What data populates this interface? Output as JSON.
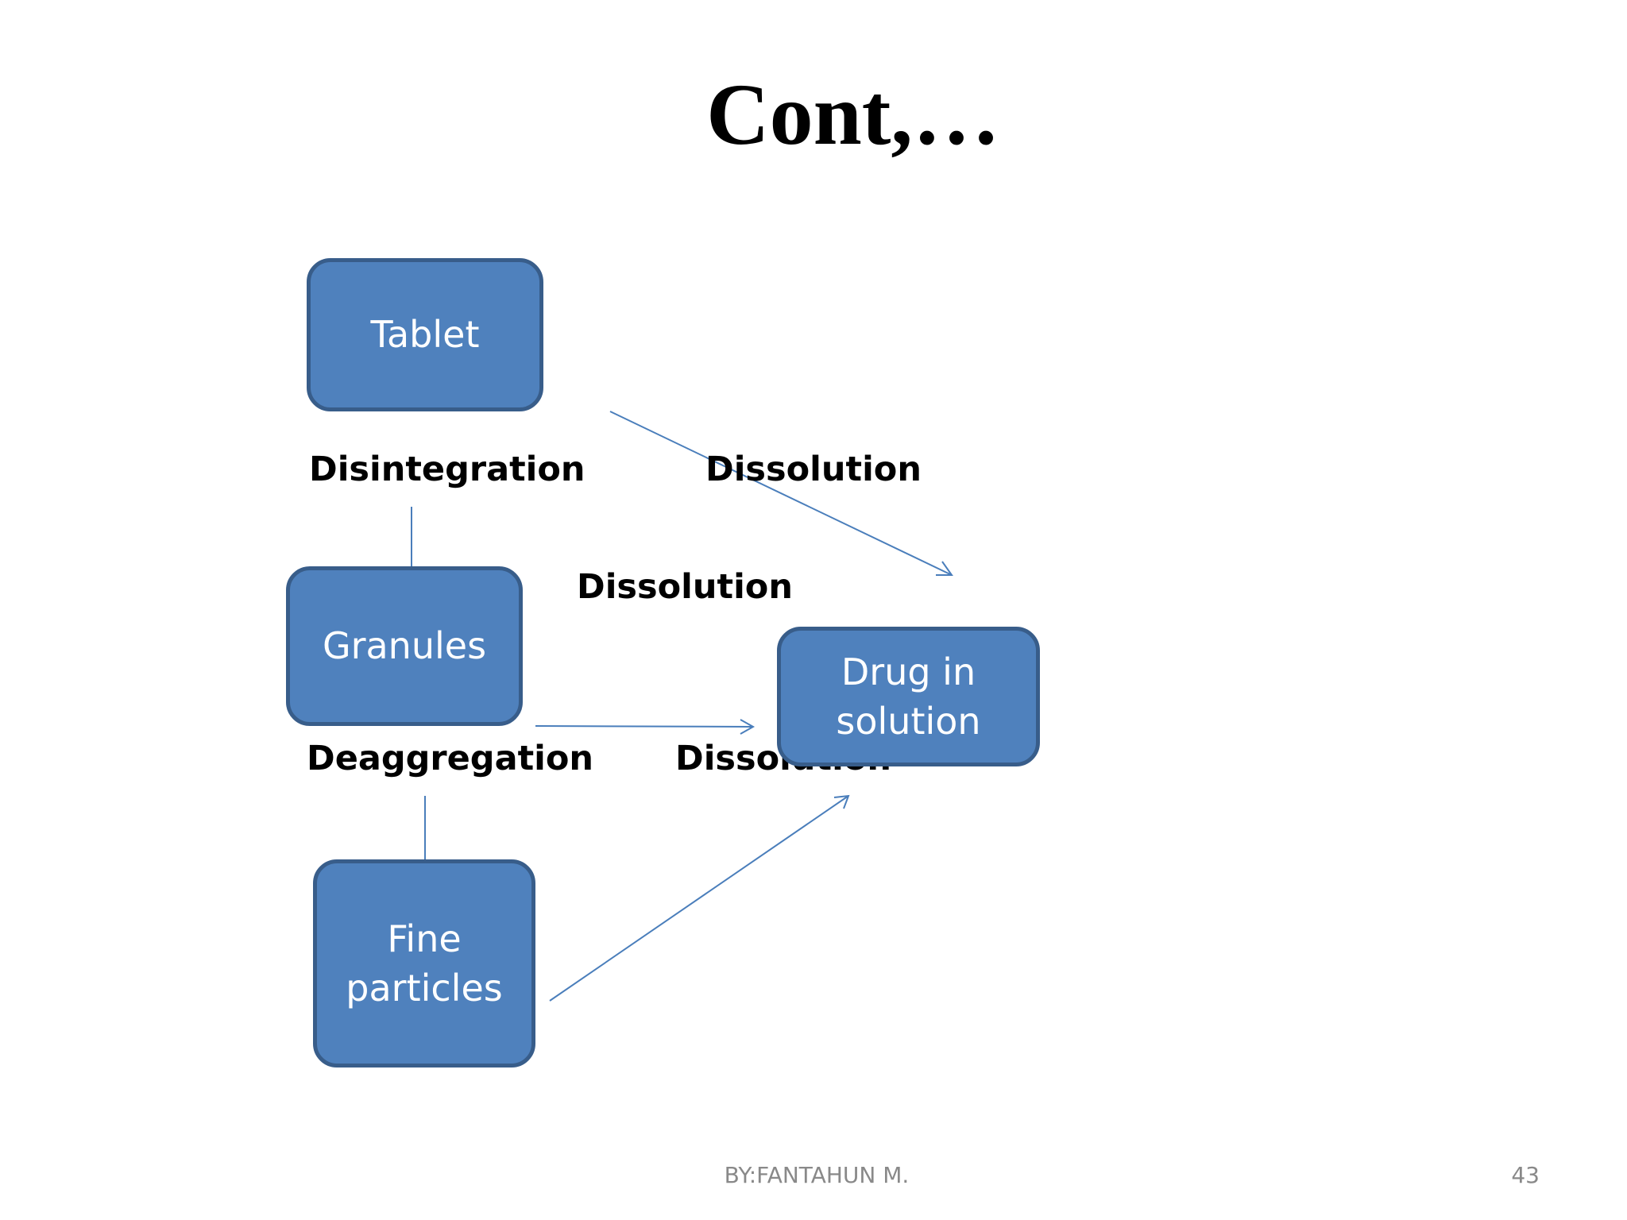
{
  "slide": {
    "title": "Cont,…",
    "footer": "BY:FANTAHUN M.",
    "page_number": "43"
  },
  "nodes": {
    "tablet": "Tablet",
    "granules": "Granules",
    "fine_particles": "Fine\nparticles",
    "drug_in_solution": "Drug in\nsolution"
  },
  "labels": {
    "disintegration": "Disintegration",
    "dissolution_1": "Dissolution",
    "dissolution_2": "Dissolution",
    "deaggregation": "Deaggregation",
    "dissolution_3": "Dissolution"
  },
  "colors": {
    "node_fill": "#4f81bd",
    "node_border": "#385d8a",
    "connector": "#4a7ebb",
    "footer_text": "#898989"
  }
}
